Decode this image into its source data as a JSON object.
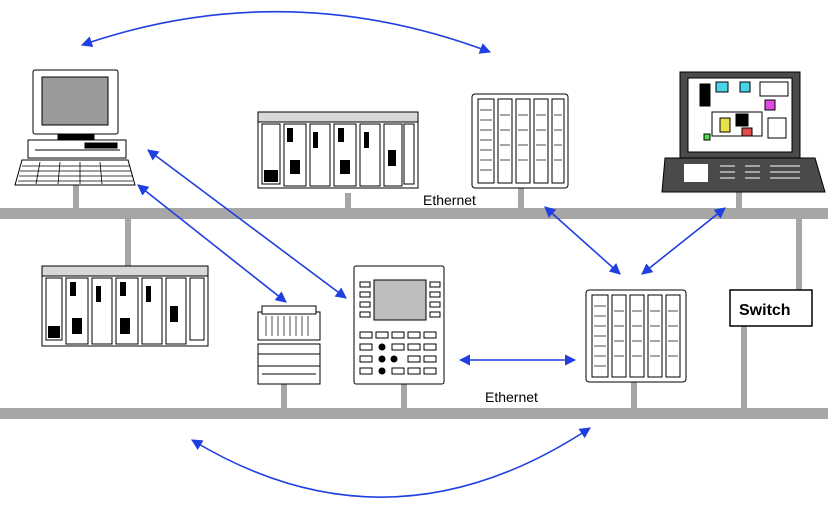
{
  "networks": {
    "upper_label": "Ethernet",
    "lower_label": "Ethernet"
  },
  "switch": {
    "label": "Switch"
  },
  "colors": {
    "bus": "#a6a6a6",
    "arrow": "#1f3fe0",
    "device_line": "#000000",
    "hmi_panel": "#4a4a4a"
  }
}
